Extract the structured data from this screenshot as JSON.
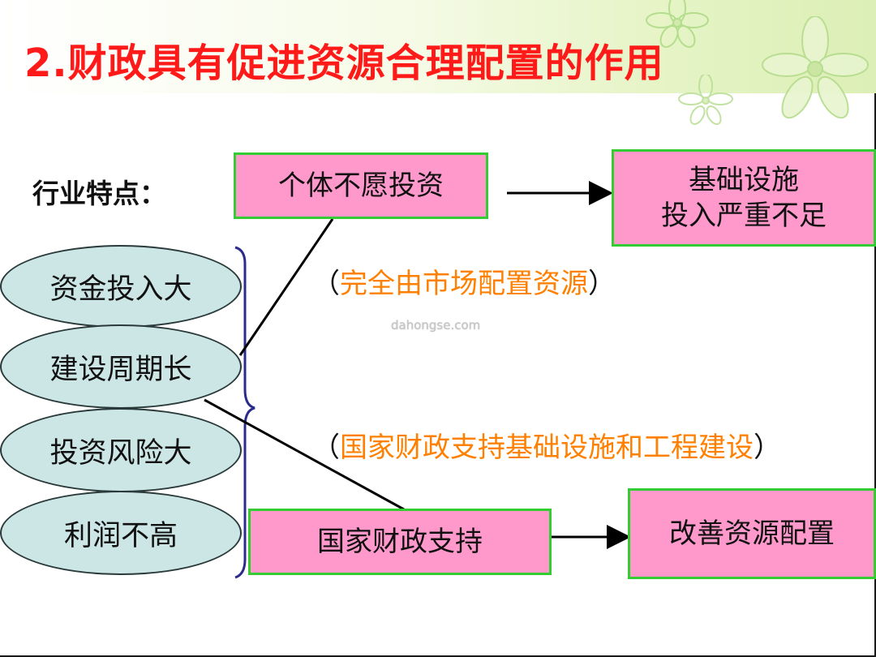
{
  "title": "2.财政具有促进资源合理配置的作用",
  "industry_label": "行业特点：",
  "characteristics": [
    "资金投入大",
    "建设周期长",
    "投资风险大",
    "利润不高"
  ],
  "boxes": {
    "private_unwilling": "个体不愿投资",
    "infrastructure_shortage_line1": "基础设施",
    "infrastructure_shortage_line2": "投入严重不足",
    "state_support": "国家财政支持",
    "improve_allocation": "改善资源配置"
  },
  "notes": {
    "market": {
      "open": "（",
      "text": "完全由市场配置资源",
      "close": "）"
    },
    "fiscal": {
      "open": "（",
      "text": "国家财政支持基础设施和工程建设",
      "close": "）"
    }
  },
  "watermark": "dahongse.com",
  "colors": {
    "title": "#ff1a1a",
    "box_fill": "#ff99cc",
    "box_border": "#33cc33",
    "ellipse_fill": "#cce5e5",
    "note_text": "#ff8000",
    "brace": "#2b2b8c"
  },
  "icons": [
    "flower-decoration"
  ]
}
